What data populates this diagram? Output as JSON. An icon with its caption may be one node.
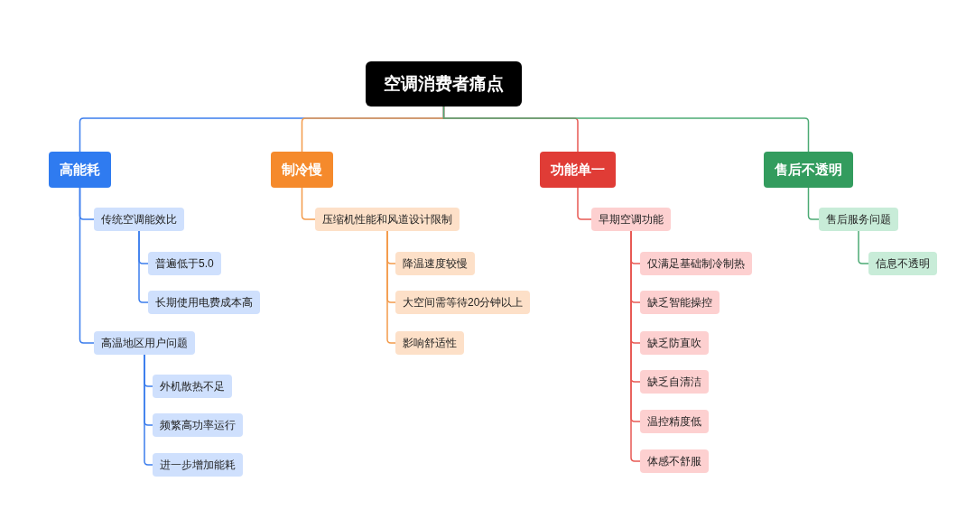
{
  "diagram": {
    "nodes": [
      {
        "text": [
          "空调消费者痛点"
        ]
      },
      {
        "text": [
          "高能耗"
        ]
      },
      {
        "text": [
          "传统空调能效比"
        ]
      },
      {
        "text": [
          "普遍低于5.0"
        ]
      },
      {
        "text": [
          "长期使用电费成本高"
        ]
      },
      {
        "text": [
          "高温地区用户问题"
        ]
      },
      {
        "text": [
          "外机散热不足"
        ]
      },
      {
        "text": [
          "频繁高功率运行"
        ]
      },
      {
        "text": [
          "进一步增加能耗"
        ]
      },
      {
        "text": [
          "制冷慢"
        ]
      },
      {
        "text": [
          "压缩机性能和风道设计限制"
        ]
      },
      {
        "text": [
          "降温速度较慢"
        ]
      },
      {
        "text": [
          "大空间需等待20分钟以上"
        ]
      },
      {
        "text": [
          "影响舒适性"
        ]
      },
      {
        "text": [
          "功能单一"
        ]
      },
      {
        "text": [
          "早期空调功能"
        ]
      },
      {
        "text": [
          "仅满足基础制冷制热"
        ]
      },
      {
        "text": [
          "缺乏智能操控"
        ]
      },
      {
        "text": [
          "缺乏防直吹"
        ]
      },
      {
        "text": [
          "缺乏自清洁"
        ]
      },
      {
        "text": [
          "温控精度低"
        ]
      },
      {
        "text": [
          "体感不舒服"
        ]
      },
      {
        "text": [
          "售后不透明"
        ]
      },
      {
        "text": [
          "售后服务问题"
        ]
      },
      {
        "text": [
          "信息不透明"
        ]
      }
    ],
    "edges": [
      {
        "from": 0,
        "to": 1,
        "arrow": "none",
        "color": "#3b7ded"
      },
      {
        "from": 1,
        "to": 2,
        "arrow": "none",
        "color": "#3b7ded"
      },
      {
        "from": 2,
        "to": 3,
        "arrow": "none",
        "color": "#3b7ded"
      },
      {
        "from": 2,
        "to": 4,
        "arrow": "none",
        "color": "#3b7ded"
      },
      {
        "from": 1,
        "to": 5,
        "arrow": "none",
        "color": "#3b7ded"
      },
      {
        "from": 5,
        "to": 6,
        "arrow": "none",
        "color": "#3b7ded"
      },
      {
        "from": 5,
        "to": 7,
        "arrow": "none",
        "color": "#3b7ded"
      },
      {
        "from": 5,
        "to": 8,
        "arrow": "none",
        "color": "#3b7ded"
      },
      {
        "from": 0,
        "to": 9,
        "arrow": "none",
        "color": "#f39a4a"
      },
      {
        "from": 9,
        "to": 10,
        "arrow": "none",
        "color": "#f39a4a"
      },
      {
        "from": 10,
        "to": 11,
        "arrow": "none",
        "color": "#f39a4a"
      },
      {
        "from": 10,
        "to": 12,
        "arrow": "none",
        "color": "#f39a4a"
      },
      {
        "from": 10,
        "to": 13,
        "arrow": "none",
        "color": "#f39a4a"
      },
      {
        "from": 0,
        "to": 14,
        "arrow": "none",
        "color": "#e85a54"
      },
      {
        "from": 14,
        "to": 15,
        "arrow": "none",
        "color": "#e85a54"
      },
      {
        "from": 15,
        "to": 16,
        "arrow": "none",
        "color": "#e85a54"
      },
      {
        "from": 15,
        "to": 17,
        "arrow": "none",
        "color": "#e85a54"
      },
      {
        "from": 15,
        "to": 18,
        "arrow": "none",
        "color": "#e85a54"
      },
      {
        "from": 15,
        "to": 19,
        "arrow": "none",
        "color": "#e85a54"
      },
      {
        "from": 15,
        "to": 20,
        "arrow": "none",
        "color": "#e85a54"
      },
      {
        "from": 15,
        "to": 21,
        "arrow": "none",
        "color": "#e85a54"
      },
      {
        "from": 0,
        "to": 22,
        "arrow": "none",
        "color": "#4caa74"
      },
      {
        "from": 22,
        "to": 23,
        "arrow": "none",
        "color": "#4caa74"
      },
      {
        "from": 23,
        "to": 24,
        "arrow": "none",
        "color": "#4caa74"
      }
    ]
  }
}
